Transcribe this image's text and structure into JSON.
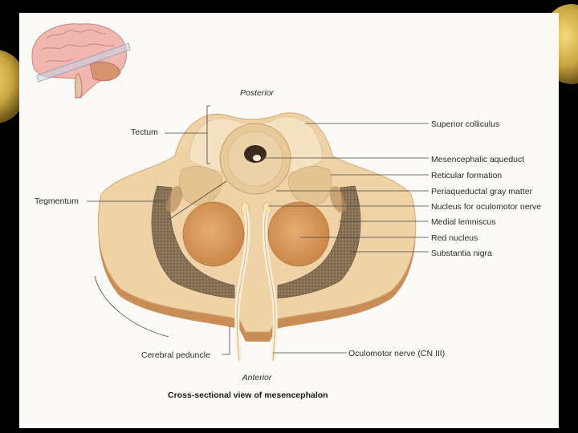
{
  "colors": {
    "slide_background": "#000000",
    "page": "#fbfaf6",
    "gold_accent": "#c9a640",
    "tissue": "#efd2a6",
    "tissue_edge": "#c98e55",
    "tectum": "#f4e2c3",
    "gray_matter": "#e7c99a",
    "red_nucleus": "#d79a5e",
    "substantia_nigra": "#8a7458"
  },
  "icons": {
    "thumbnail": "brain-sagittal-thumbnail-icon"
  },
  "orientation": {
    "posterior": "Posterior",
    "anterior": "Anterior"
  },
  "labels_left": {
    "tectum": "Tectum",
    "tegmentum": "Tegmentum",
    "cerebral_peduncle": "Cerebral peduncle"
  },
  "labels_right": {
    "superior_colliculus": "Superior colliculus",
    "mesencephalic_aqueduct": "Mesencephalic aqueduct",
    "reticular_formation": "Reticular formation",
    "periaqueductal_gray": "Periaqueductal gray matter",
    "oculomotor_nucleus": "Nucleus for oculomotor nerve",
    "medial_lemniscus": "Medial lemniscus",
    "red_nucleus": "Red nucleus",
    "substantia_nigra": "Substantia nigra",
    "oculomotor_nerve": "Oculomotor nerve (CN III)"
  },
  "caption": "Cross-sectional view of mesencephalon"
}
